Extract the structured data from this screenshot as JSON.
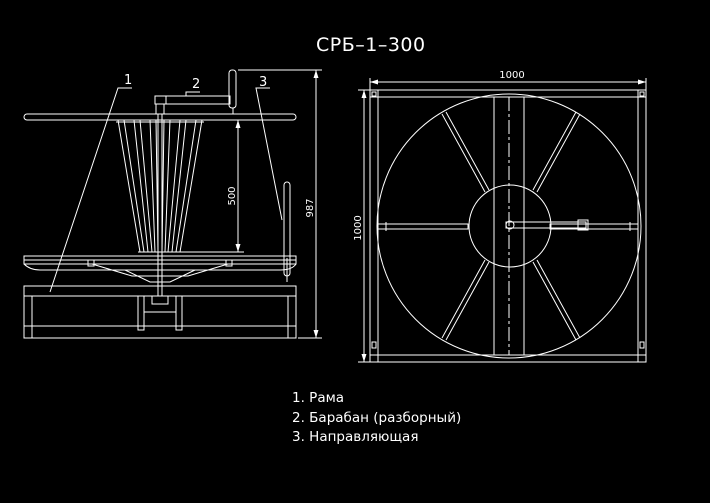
{
  "title": "СРБ–1–300",
  "callouts": [
    "1",
    "2",
    "3"
  ],
  "dimensions": {
    "height_drum": "500",
    "height_total": "987",
    "width_top": "1000",
    "width_side": "1000"
  },
  "legend": [
    "1.  Рама",
    "2.  Барабан (разборный)",
    "3.  Направляющая"
  ],
  "colors": {
    "background": "#000000",
    "lines": "#ffffff"
  }
}
